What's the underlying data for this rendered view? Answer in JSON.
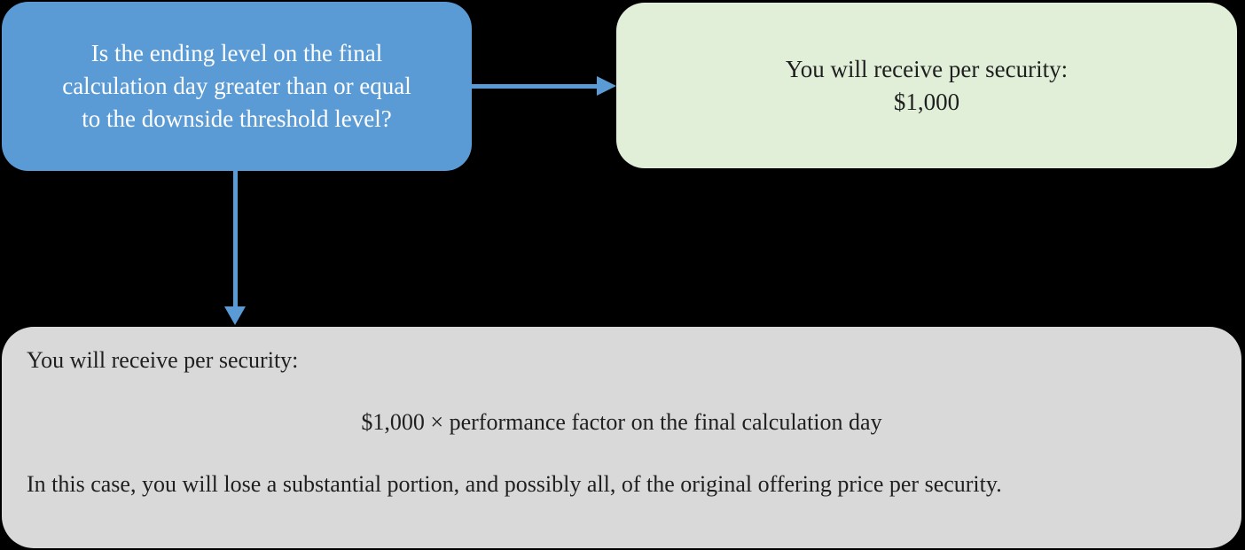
{
  "colors": {
    "background": "#000000",
    "box_blue": "#5B9BD5",
    "box_green": "#E1EFD9",
    "box_gray": "#D9D9D9",
    "arrow_blue": "#5B9BD5",
    "text_on_blue": "#FFFFFF",
    "text_dark": "#1F1F1F"
  },
  "icons": {
    "right_arrow": "arrow-right",
    "down_arrow": "arrow-down"
  },
  "decision_box": {
    "question_lines": [
      "Is the ending level on the final",
      "calculation day greater than or equal",
      "to the downside threshold level?"
    ]
  },
  "positive_outcome_box": {
    "lines": [
      "You will receive per security:",
      "$1,000"
    ]
  },
  "negative_outcome_box": {
    "intro": "You will receive per security:",
    "formula": "$1,000 × performance factor on the final calculation day",
    "note": "In this case, you will lose a substantial portion, and possibly all, of the original offering price per security."
  }
}
